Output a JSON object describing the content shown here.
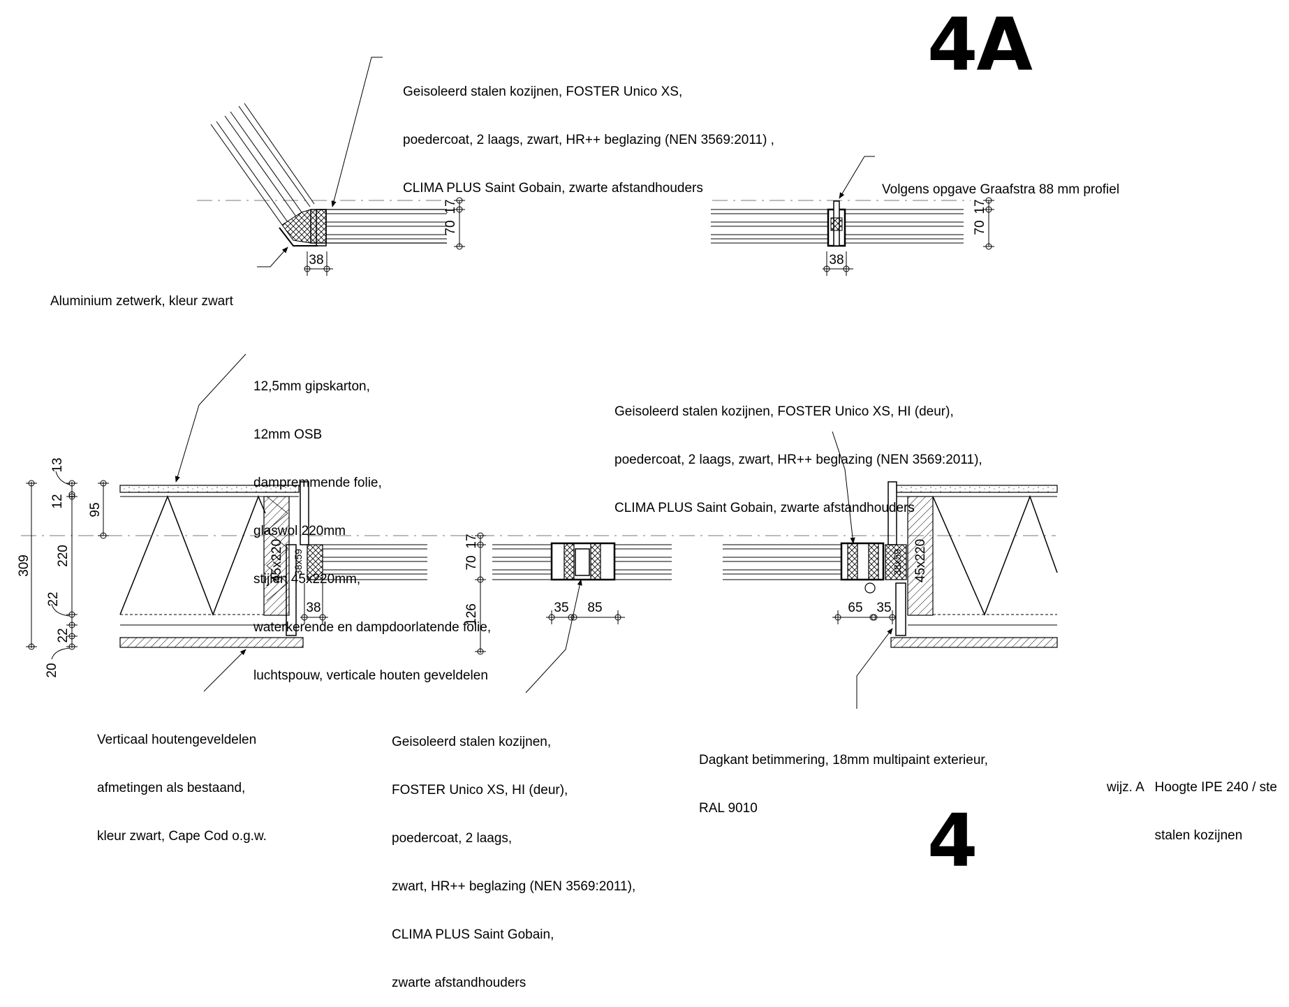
{
  "sheet": {
    "label_top": "4A",
    "label_bottom": "4"
  },
  "notes": {
    "top_frame": [
      "Geisoleerd stalen kozijnen, FOSTER Unico XS,",
      "poedercoat, 2 laags, zwart, HR++ beglazing (NEN 3569:2011) ,",
      "CLIMA PLUS Saint Gobain, zwarte afstandhouders"
    ],
    "top_profile": [
      "Volgens opgave Graafstra 88 mm profiel"
    ],
    "top_alu": [
      "Aluminium zetwerk, kleur zwart"
    ],
    "wall_build": [
      "12,5mm gipskarton,",
      "12mm OSB",
      "dampremmende folie,",
      "glaswol 220mm",
      "stijlen 45x220mm,",
      "waterkerende en dampdoorlatende folie,",
      "luchtspouw, verticale houten geveldelen"
    ],
    "mid_frame": [
      "Geisoleerd stalen kozijnen, FOSTER Unico XS, HI (deur),",
      "poedercoat, 2 laags, zwart, HR++ beglazing (NEN 3569:2011),",
      "CLIMA PLUS Saint Gobain, zwarte afstandhouders"
    ],
    "cladding": [
      "Verticaal houtengeveldelen",
      "afmetingen als bestaand,",
      "kleur zwart, Cape Cod o.g.w."
    ],
    "bottom_frame": [
      "Geisoleerd stalen kozijnen,",
      "FOSTER Unico XS, HI (deur),",
      "poedercoat, 2 laags,",
      "zwart, HR++ beglazing (NEN 3569:2011),",
      "CLIMA PLUS Saint Gobain,",
      "zwarte afstandhouders"
    ],
    "dagkant": [
      "Dagkant betimmering, 18mm multipaint exterieur,",
      "RAL 9010"
    ],
    "revision": [
      "wijz. A   Hoogte IPE 240 / ste",
      "             stalen kozijnen"
    ]
  },
  "dimensions": {
    "top_left": {
      "d17": "17",
      "d70": "70",
      "d38": "38"
    },
    "top_right": {
      "d17": "17",
      "d70": "70",
      "d38": "38"
    },
    "left_stack": {
      "d309": "309",
      "d13": "13",
      "d12": "12",
      "d95": "95",
      "d220": "220",
      "d22a": "22",
      "d22b": "22",
      "d20": "20"
    },
    "left_frame": {
      "d45x220": "45x220",
      "d38x59": "38x59",
      "d38": "38"
    },
    "center": {
      "d17": "17",
      "d70": "70",
      "d126": "126",
      "d35": "35",
      "d85": "85"
    },
    "right_frame": {
      "d38x59": "38x59",
      "d45x220": "45x220",
      "d65": "65",
      "d35": "35"
    }
  }
}
